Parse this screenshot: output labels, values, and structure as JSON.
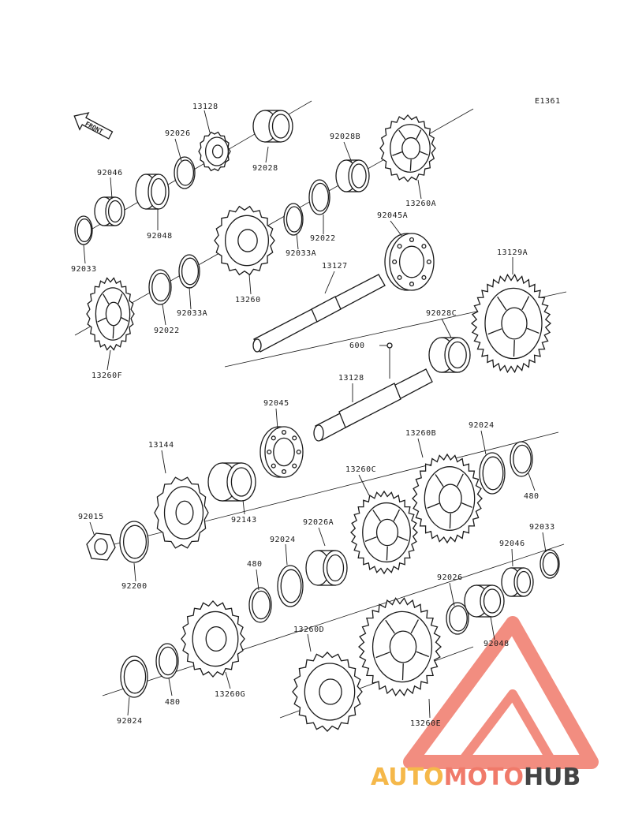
{
  "diagram_code": "E1361",
  "front_label": "FRONT",
  "parts": [
    {
      "id": "p1",
      "label": "13128"
    },
    {
      "id": "p2",
      "label": "92026"
    },
    {
      "id": "p3",
      "label": "92028"
    },
    {
      "id": "p4",
      "label": "92028B"
    },
    {
      "id": "p5",
      "label": "13260A"
    },
    {
      "id": "p6",
      "label": "92046"
    },
    {
      "id": "p7",
      "label": "92048"
    },
    {
      "id": "p8",
      "label": "92033A"
    },
    {
      "id": "p9",
      "label": "92022"
    },
    {
      "id": "p10",
      "label": "92045A"
    },
    {
      "id": "p11",
      "label": "92033"
    },
    {
      "id": "p12",
      "label": "13260"
    },
    {
      "id": "p13",
      "label": "13127"
    },
    {
      "id": "p14",
      "label": "13129A"
    },
    {
      "id": "p15",
      "label": "92022"
    },
    {
      "id": "p16",
      "label": "92033A"
    },
    {
      "id": "p17",
      "label": "92028C"
    },
    {
      "id": "p18",
      "label": "13260F"
    },
    {
      "id": "p19",
      "label": "600"
    },
    {
      "id": "p20",
      "label": "13128"
    },
    {
      "id": "p21",
      "label": "92045"
    },
    {
      "id": "p22",
      "label": "13260B"
    },
    {
      "id": "p23",
      "label": "92024"
    },
    {
      "id": "p24",
      "label": "13144"
    },
    {
      "id": "p25",
      "label": "13260C"
    },
    {
      "id": "p26",
      "label": "480"
    },
    {
      "id": "p27",
      "label": "92015"
    },
    {
      "id": "p28",
      "label": "92143"
    },
    {
      "id": "p29",
      "label": "92026A"
    },
    {
      "id": "p30",
      "label": "92033"
    },
    {
      "id": "p31",
      "label": "92024"
    },
    {
      "id": "p32",
      "label": "92046"
    },
    {
      "id": "p33",
      "label": "92200"
    },
    {
      "id": "p34",
      "label": "480"
    },
    {
      "id": "p35",
      "label": "92026"
    },
    {
      "id": "p36",
      "label": "13260D"
    },
    {
      "id": "p37",
      "label": "92048"
    },
    {
      "id": "p38",
      "label": "480"
    },
    {
      "id": "p39",
      "label": "13260G"
    },
    {
      "id": "p40",
      "label": "92024"
    },
    {
      "id": "p41",
      "label": "13260E"
    }
  ],
  "watermark": {
    "part1": "AUTO",
    "part2": "MOTO",
    "part3": "HUB",
    "color1": "#f5b84a",
    "color2": "#f07a6a",
    "color3": "#444444",
    "triangle_color": "#f07a6a"
  }
}
